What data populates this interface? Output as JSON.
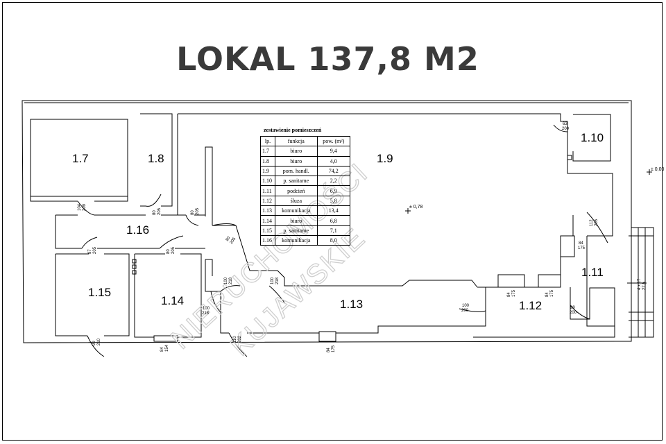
{
  "title": "LOKAL 137,8 M2",
  "table": {
    "caption": "zestawienie pomieszczeń",
    "headers": [
      "lp.",
      "funkcja",
      "pow. (m²)"
    ],
    "rows": [
      {
        "lp": "1.7",
        "funkcja": "biuro",
        "pow": "9,4"
      },
      {
        "lp": "1.8",
        "funkcja": "biuro",
        "pow": "4,0"
      },
      {
        "lp": "1.9",
        "funkcja": "pom. handl.",
        "pow": "74,2"
      },
      {
        "lp": "1.10",
        "funkcja": "p. sanitarne",
        "pow": "2,2"
      },
      {
        "lp": "1.11",
        "funkcja": "podcień",
        "pow": "6,9"
      },
      {
        "lp": "1.12",
        "funkcja": "śluza",
        "pow": "5,8"
      },
      {
        "lp": "1.13",
        "funkcja": "komunikacja",
        "pow": "13,4"
      },
      {
        "lp": "1.14",
        "funkcja": "biuro",
        "pow": "6,8"
      },
      {
        "lp": "1.15",
        "funkcja": "p. sanitarne",
        "pow": "7,1"
      },
      {
        "lp": "1.16",
        "funkcja": "komunikacja",
        "pow": "8,0"
      }
    ]
  },
  "rooms": {
    "r17": "1.7",
    "r18": "1.8",
    "r19": "1.9",
    "r110": "1.10",
    "r111": "1.11",
    "r112": "1.12",
    "r113": "1.13",
    "r114": "1.14",
    "r115": "1.15",
    "r116": "1.16"
  },
  "dims": {
    "d1": "104",
    "d1b": "209",
    "d2": "80",
    "d2b": "205",
    "d3": "80",
    "d3b": "205",
    "d4": "80",
    "d4b": "205",
    "d5": "87",
    "d5b": "205",
    "d6": "80",
    "d6b": "205",
    "d7": "63",
    "d7b": "200",
    "d8": "112",
    "d8b": "205",
    "d9": "84",
    "d9b": "175",
    "d10": "100",
    "d10b": "218",
    "d11": "100",
    "d11b": "218",
    "d12": "100",
    "d12b": "218",
    "d13": "100",
    "d13b": "200",
    "d14": "84",
    "d14b": "175",
    "d15": "84",
    "d15b": "175",
    "d16": "99",
    "d16b": "200",
    "d17": "99",
    "d17b": "210",
    "d18": "84",
    "d18b": "154",
    "d19": "110",
    "d19b": "202",
    "d20": "84",
    "d20b": "175",
    "d21": "4 x 17",
    "d21b": "27,5"
  },
  "levels": {
    "l1": "± 0,78",
    "l2": "± 0,00"
  },
  "watermark": {
    "line1": "NIERUCHOMOŚCI",
    "line2": "KUJAWSKIE"
  }
}
